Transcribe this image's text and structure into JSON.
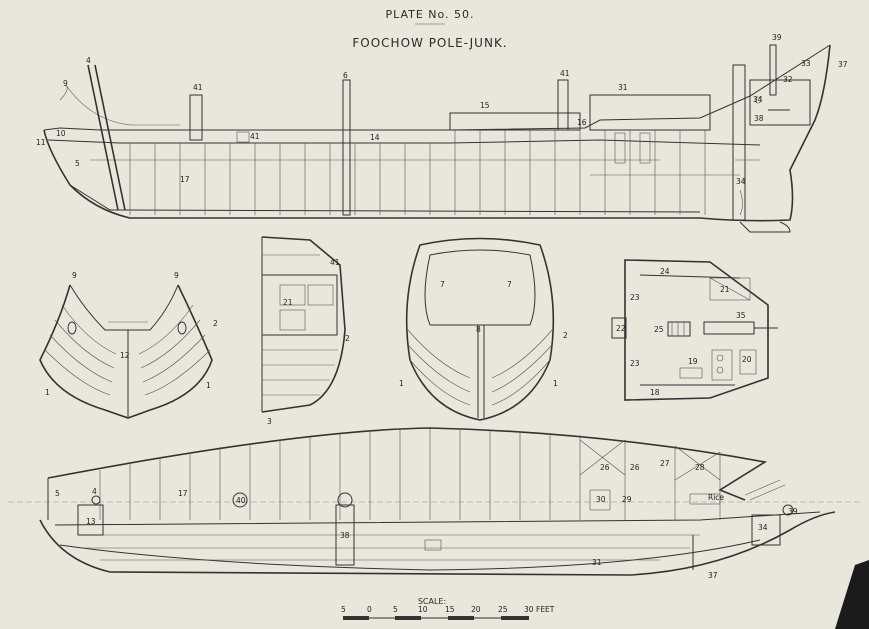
{
  "plate": {
    "label": "PLATE No. 50.",
    "title": "FOOCHOW POLE-JUNK."
  },
  "scale": {
    "label": "SCALE:",
    "ticks": [
      "5",
      "0",
      "5",
      "10",
      "15",
      "20",
      "25",
      "30"
    ],
    "unit": "FEET"
  },
  "side_elevation_labels": [
    "39",
    "4",
    "41",
    "6",
    "41",
    "31",
    "33",
    "37",
    "9",
    "15",
    "32",
    "34",
    "41",
    "10",
    "11",
    "14",
    "16",
    "5",
    "17",
    "38",
    "34"
  ],
  "bow_view_labels": [
    "9",
    "9",
    "2",
    "12",
    "1",
    "1"
  ],
  "section_view_labels": [
    "41",
    "21",
    "2",
    "3"
  ],
  "stern_view_labels": [
    "7",
    "7",
    "8",
    "2",
    "1",
    "1"
  ],
  "cabin_plan_labels": [
    "24",
    "21",
    "23",
    "22",
    "25",
    "35",
    "23",
    "19",
    "20",
    "18"
  ],
  "deck_plan_labels": [
    "26",
    "26",
    "27",
    "28",
    "5",
    "4",
    "17",
    "40",
    "30",
    "29",
    "Rice",
    "39",
    "13",
    "38",
    "34",
    "31",
    "37"
  ],
  "colors": {
    "paper": "#e9e6dc",
    "ink": "#333333"
  }
}
